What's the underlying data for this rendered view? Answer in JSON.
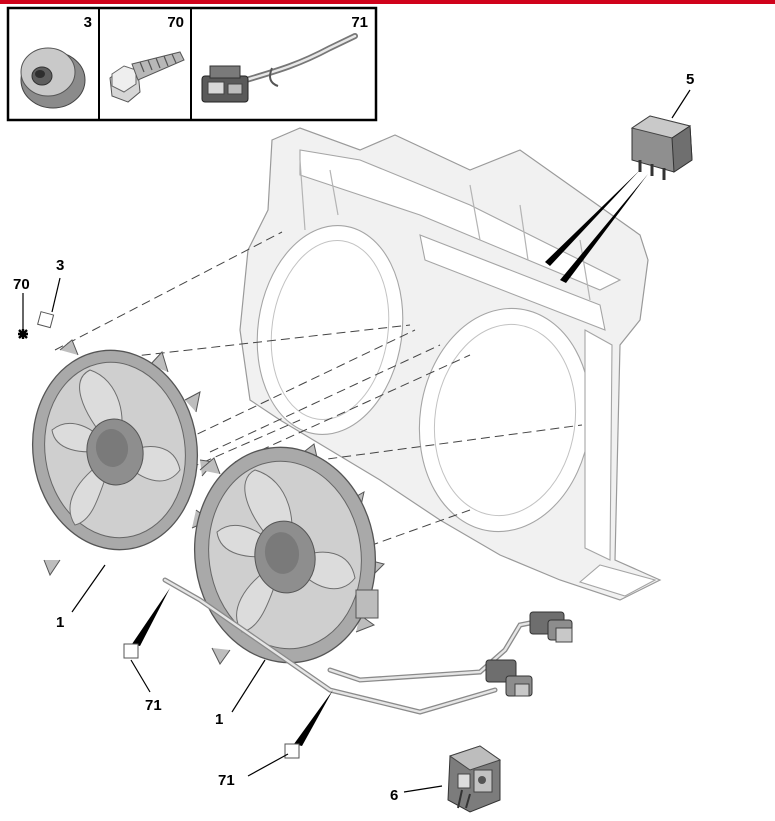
{
  "diagram": {
    "accent_color": "#d0021b",
    "legend_boxes": [
      {
        "ref": "3",
        "icon": "grommet-icon"
      },
      {
        "ref": "70",
        "icon": "screw-icon"
      },
      {
        "ref": "71",
        "icon": "cable-tie-icon"
      }
    ],
    "callouts": {
      "fan_left": "1",
      "fan_right": "1",
      "relay": "5",
      "connector": "6",
      "grommet": "3",
      "screw": "70",
      "tie_left": "71",
      "tie_right": "71"
    }
  }
}
